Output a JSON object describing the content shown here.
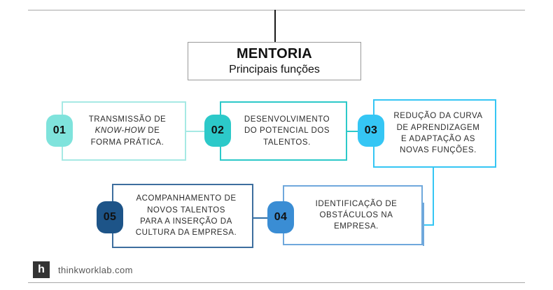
{
  "title": {
    "main": "MENTORIA",
    "sub": "Principais funções"
  },
  "steps": [
    {
      "number": "01",
      "line1": "TRANSMISSÃO DE",
      "line2": "KNOW-HOW",
      "line2b": " DE",
      "line3": "FORMA PRÁTICA.",
      "badge_bg": "#7FE3DC",
      "badge_fg": "#111111",
      "border": "#A6E9E4"
    },
    {
      "number": "02",
      "line1": "DESENVOLVIMENTO",
      "line2": "DO POTENCIAL DOS",
      "line3": "TALENTOS.",
      "badge_bg": "#2CC9C9",
      "badge_fg": "#111111",
      "border": "#2CC9C9"
    },
    {
      "number": "03",
      "line1": "REDUÇÃO DA CURVA",
      "line2": "DE APRENDIZAGEM",
      "line3": "E ADAPTAÇÃO AS",
      "line4": "NOVAS FUNÇÕES.",
      "badge_bg": "#35C6F4",
      "badge_fg": "#111111",
      "border": "#35C6F4"
    },
    {
      "number": "04",
      "line1": "IDENTIFICAÇÃO DE",
      "line2": "OBSTÁCULOS NA",
      "line3": "EMPRESA.",
      "badge_bg": "#3A8DD4",
      "badge_fg": "#111111",
      "border": "#6FA8DC"
    },
    {
      "number": "05",
      "line1": "ACOMPANHAMENTO DE",
      "line2": "NOVOS TALENTOS",
      "line3": "PARA A INSERÇÃO DA",
      "line4": "CULTURA DA EMPRESA.",
      "badge_bg": "#1D5488",
      "badge_fg": "#111111",
      "border": "#3D6E9E"
    }
  ],
  "footer": {
    "logo_letter": "h",
    "site": "thinkworklab.com"
  },
  "colors": {
    "rule": "#a8a8a8",
    "stem": "#1a1a1a",
    "conn_01_02": "#A6E9E4",
    "conn_02_03": "#2CC9C9",
    "conn_03_04": "#35C6F4",
    "conn_04_05": "#6FA8DC"
  }
}
